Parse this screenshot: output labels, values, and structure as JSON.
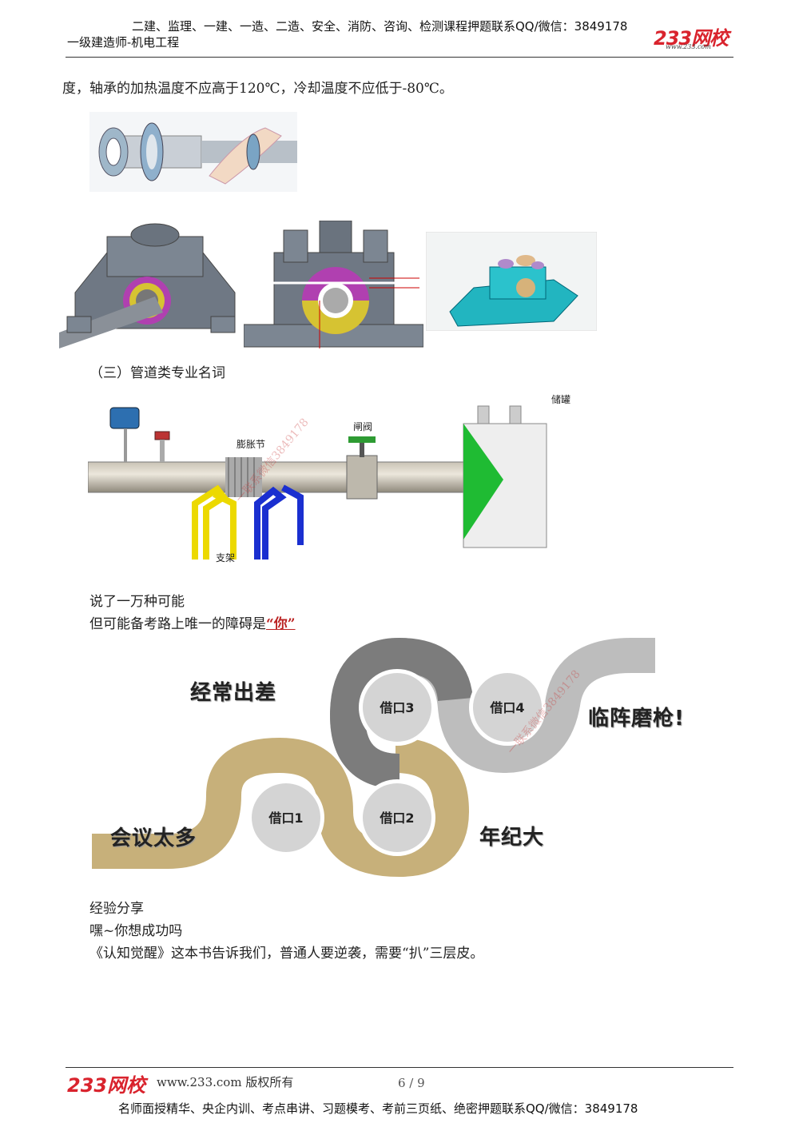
{
  "header": {
    "promo": "二建、监理、一建、一造、二造、安全、消防、咨询、检测课程押题联系QQ/微信：3849178",
    "subtitle": "一级建造师-机电工程",
    "logo": "233网校",
    "logo_url": "www.233.com"
  },
  "content": {
    "intro_line": "度，轴承的加热温度不应高于120℃，冷却温度不应低于-80℃。",
    "section3": "（三）管道类专业名词",
    "pipe_labels": {
      "storage_tank": "储罐",
      "gate_valve": "闸阀",
      "expansion_joint": "膨胀节",
      "support": "支架"
    },
    "line1": "说了一万种可能",
    "line2_prefix": "但可能备考路上唯一的障碍是",
    "line2_highlight": "“你”",
    "excuses": {
      "left_top": "经常出差",
      "right_top": "临阵磨枪!",
      "left_bottom": "会议太多",
      "right_bottom": "年纪大",
      "c1": "借口1",
      "c2": "借口2",
      "c3": "借口3",
      "c4": "借口4"
    },
    "share_title": "经验分享",
    "share_line1": "嘿~你想成功吗",
    "share_line2": "《认知觉醒》这本书告诉我们，普通人要逆袭，需要“扒”三层皮。"
  },
  "watermark": "一联系微信3849178",
  "footer": {
    "logo": "233网校",
    "copyright": "www.233.com 版权所有",
    "page": "6 / 9",
    "bottom": "名师面授精华、央企内训、考点串讲、习题模考、考前三页纸、绝密押题联系QQ/微信：3849178"
  }
}
